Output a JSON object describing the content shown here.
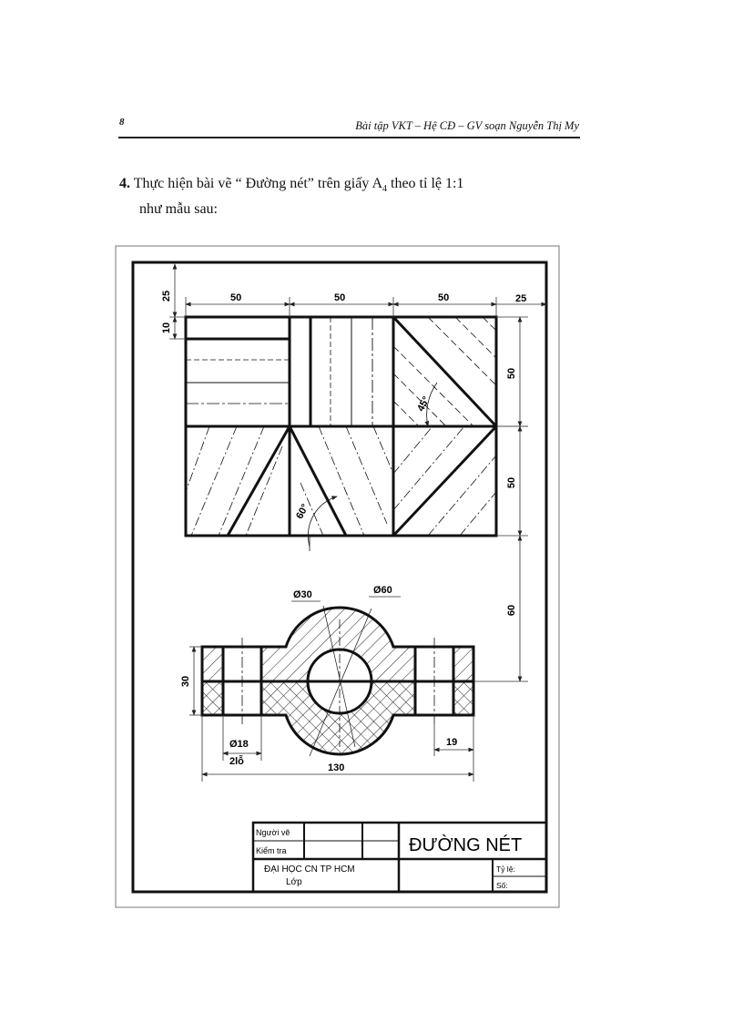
{
  "header": {
    "page_number": "8",
    "running_title": "Bài tập VKT – Hệ CĐ – GV soạn Nguyễn Thị My"
  },
  "exercise": {
    "number": "4.",
    "line1": "Thực hiện  bài vẽ “ Đường nét” trên giấy A",
    "subscript": "4",
    "line1_end": " theo tỉ lệ 1:1",
    "line2": "như mẫu sau:"
  },
  "drawing": {
    "dimensions": {
      "top_margin": "25",
      "row_height": "10",
      "col1": "50",
      "col2": "50",
      "col3": "50",
      "right_margin": "25",
      "upper_height": "50",
      "lower_height": "50",
      "gap_height": "60",
      "angle1": "45°",
      "angle2": "60°",
      "hole_small_dia": "Ø30",
      "boss_dia": "Ø60",
      "part_thickness": "30",
      "bolt_hole_dia": "Ø18",
      "bolt_hole_count": "2lỗ",
      "edge_offset": "19",
      "overall_length": "130"
    },
    "title_block": {
      "drawn_by_label": "Người vẽ",
      "checked_by_label": "Kiểm tra",
      "drawing_title": "ĐƯỜNG NÉT",
      "school": "ĐẠI HỌC CN TP HCM",
      "class_label": "Lớp",
      "scale_label": "Tỷ lệ:",
      "number_label": "Số:"
    }
  }
}
